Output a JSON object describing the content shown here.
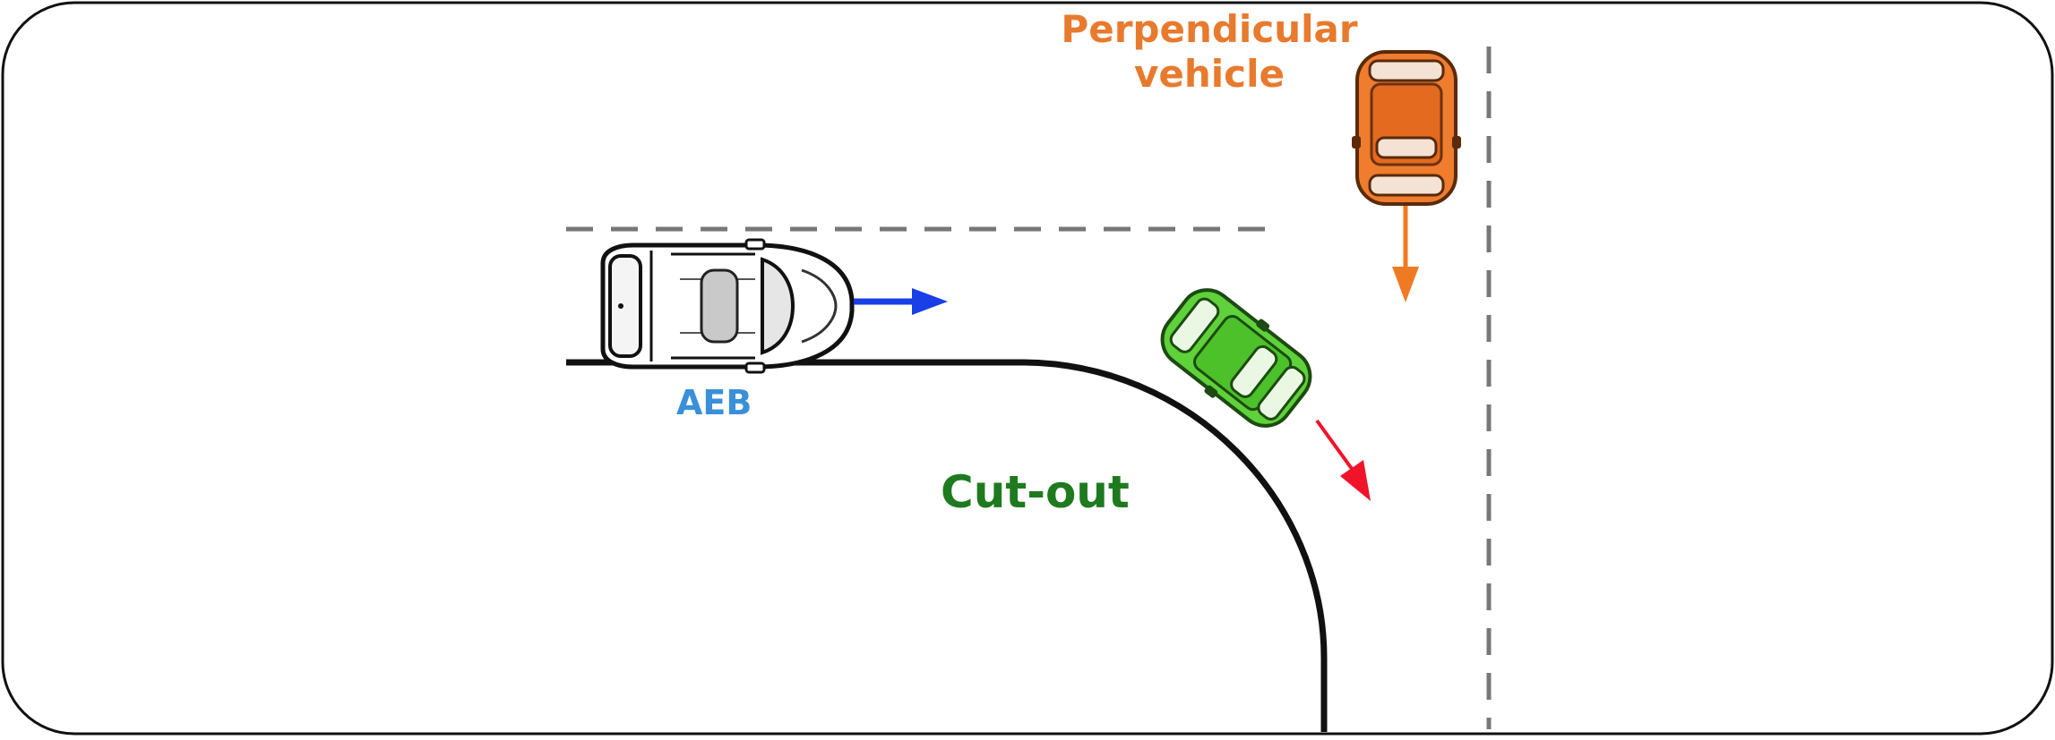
{
  "labels": {
    "perpendicular_line1": "Perpendicular",
    "perpendicular_line2": "vehicle",
    "aeb": "AEB",
    "cutout": "Cut-out"
  },
  "colors": {
    "aeb_text": "#3a8fd9",
    "cutout_text": "#1f7a1f",
    "perpendicular_text": "#e87a2d",
    "ego_arrow": "#1a3fe6",
    "perpendicular_arrow": "#f07a24",
    "cutout_arrow": "#f0142a",
    "green_car": "#5fd13a",
    "orange_car": "#f07c2e",
    "road_edge": "#111111",
    "lane_dash": "#777777",
    "frame": "#111111"
  },
  "icons": {
    "ego": "white-car-icon",
    "cutout": "green-car-icon",
    "perpendicular": "orange-car-icon"
  }
}
